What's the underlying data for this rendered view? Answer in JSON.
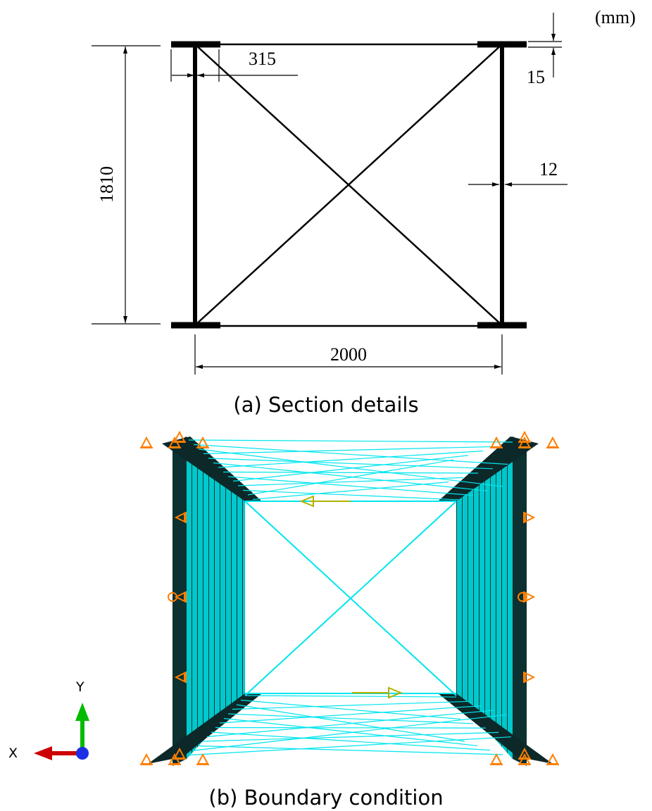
{
  "units": "(mm)",
  "dimensions": {
    "flange_width": "315",
    "flange_thickness": "15",
    "web_thickness": "12",
    "height": "1810",
    "width": "2000"
  },
  "captions": {
    "a": "(a) Section details",
    "b": "(b) Boundary condition"
  },
  "axes": {
    "y": "Y",
    "x": "X"
  },
  "colors": {
    "line": "#000000",
    "mesh": "#00e5ee",
    "support": "#ff7f00",
    "load": "#b0b000",
    "axis_y": "#00bb00",
    "axis_x": "#cc0000",
    "axis_origin": "#1c2ee6"
  }
}
